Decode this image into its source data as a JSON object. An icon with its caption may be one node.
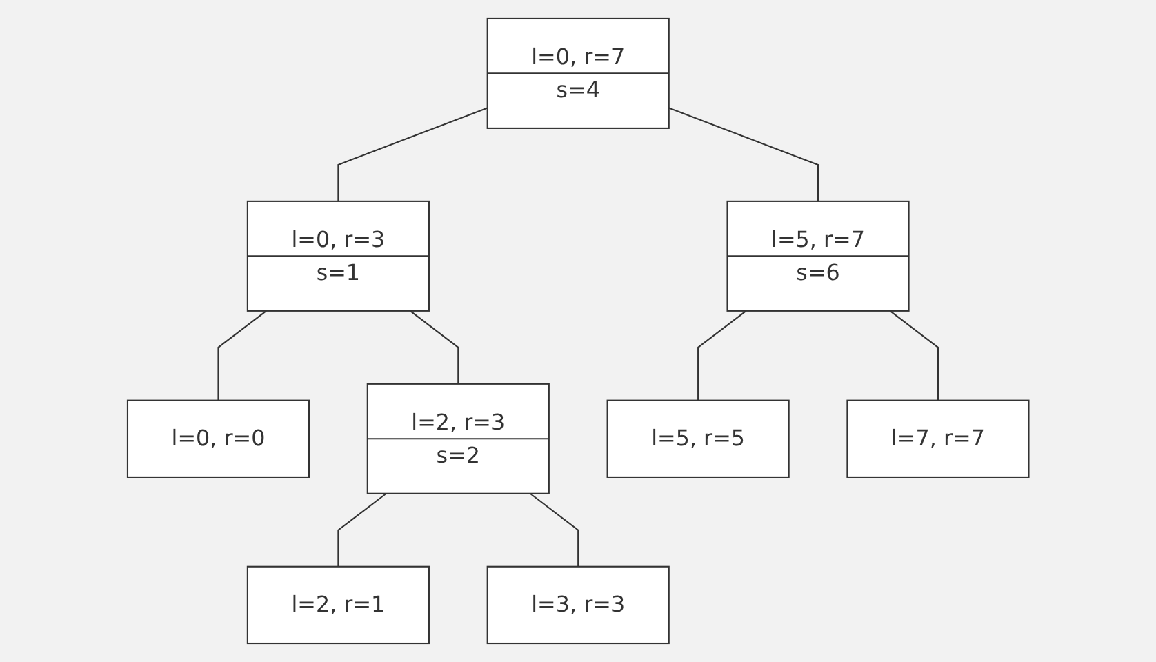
{
  "diagram": {
    "nodes": [
      {
        "text": [
          "l=0, r=7",
          "s=4"
        ]
      },
      {
        "text": [
          "l=0, r=3",
          "s=1"
        ]
      },
      {
        "text": [
          "l=5, r=7",
          "s=6"
        ]
      },
      {
        "text": [
          "l=0, r=0"
        ]
      },
      {
        "text": [
          "l=2, r=3",
          "s=2"
        ]
      },
      {
        "text": [
          "l=5, r=5"
        ]
      },
      {
        "text": [
          "l=7, r=7"
        ]
      },
      {
        "text": [
          "l=2, r=1"
        ]
      },
      {
        "text": [
          "l=3, r=3"
        ]
      }
    ],
    "edges": [
      {
        "from": 0,
        "to": 1,
        "arrow": "none"
      },
      {
        "from": 0,
        "to": 2,
        "arrow": "none"
      },
      {
        "from": 1,
        "to": 3,
        "arrow": "none"
      },
      {
        "from": 1,
        "to": 4,
        "arrow": "none"
      },
      {
        "from": 2,
        "to": 5,
        "arrow": "none"
      },
      {
        "from": 2,
        "to": 6,
        "arrow": "none"
      },
      {
        "from": 4,
        "to": 7,
        "arrow": "none"
      },
      {
        "from": 4,
        "to": 8,
        "arrow": "none"
      }
    ]
  }
}
